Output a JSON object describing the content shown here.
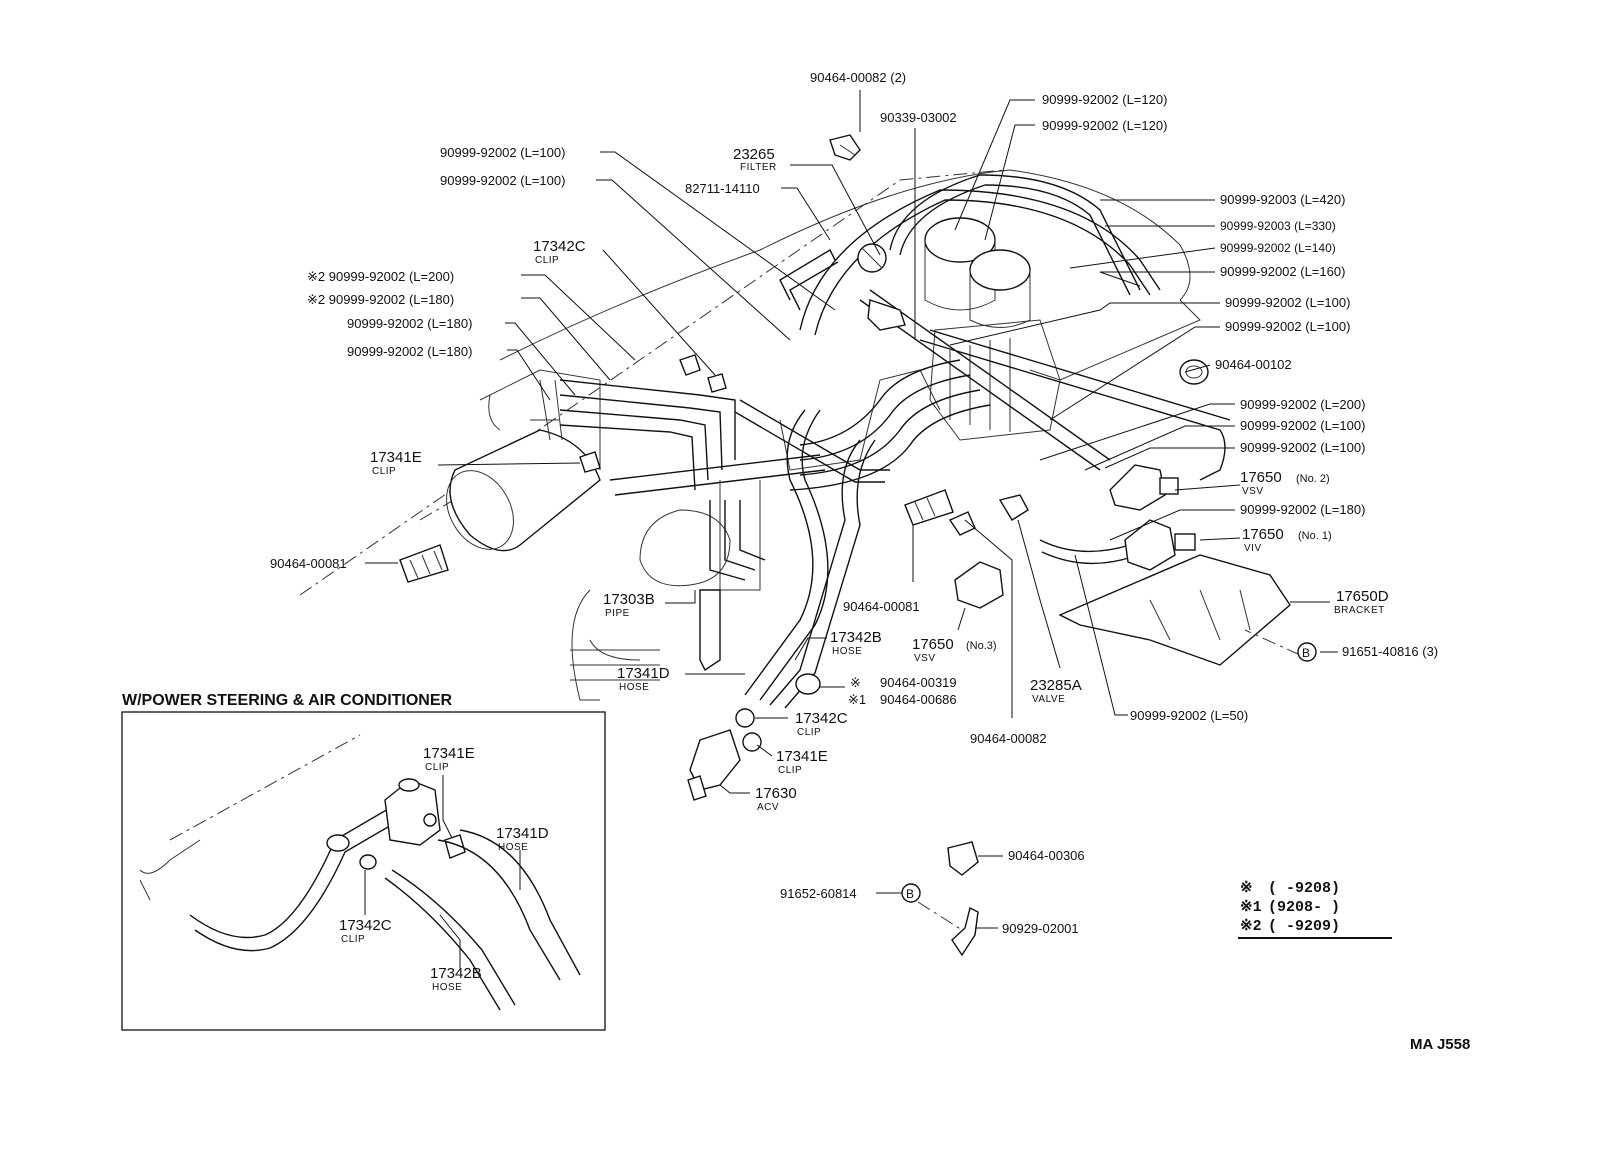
{
  "diagram": {
    "labels": {
      "p90464_00082_top": "90464-00082 (2)",
      "p90999_120_a": "90999-92002 (L=120)",
      "p90339": "90339-03002",
      "p90999_120_b": "90999-92002 (L=120)",
      "p90999_100_a": "90999-92002  (L=100)",
      "p90999_100_b": "90999-92002 (L=100)",
      "p23265": "23265",
      "p23265_sub": "FILTER",
      "p82711": "82711-14110",
      "p90999_420": "90999-92003 (L=420)",
      "p90999_330": "90999-92003 (L=330)",
      "p90999_140": "90999-92002 (L=140)",
      "p90999_160": "90999-92002 (L=160)",
      "p17342c_top": "17342C",
      "p17342c_top_sub": "CLIP",
      "p90999_200_star2": "※2 90999-92002 (L=200)",
      "p90999_180_star2": "※2 90999-92002 (L=180)",
      "p90999_180_a": "90999-92002 (L=180)",
      "p90999_180_b": "90999-92002 (L=180)",
      "p90999_100_r1": "90999-92002 (L=100)",
      "p90999_100_r2": "90999-92002 (L=100)",
      "p90464_00102": "90464-00102",
      "p90999_200_r": "90999-92002 (L=200)",
      "p90999_100_r3": "90999-92002 (L=100)",
      "p90999_100_r4": "90999-92002 (L=100)",
      "p17341e_top": "17341E",
      "p17341e_top_sub": "CLIP",
      "p17650_no2": "17650",
      "p17650_no2_tag": "(No. 2)",
      "p17650_no2_sub": "VSV",
      "p90999_180_r": "90999-92002 (L=180)",
      "p17650_no1": "17650",
      "p17650_no1_tag": "(No. 1)",
      "p17650_no1_sub": "VIV",
      "p90464_00081_l": "90464-00081",
      "p17650d": "17650D",
      "p17650d_sub": "BRACKET",
      "p17303b": "17303B",
      "p17303b_sub": "PIPE",
      "p90464_00081_m": "90464-00081",
      "p91651": "91651-40816 (3)",
      "p17342b": "17342B",
      "p17342b_sub": "HOSE",
      "p17650_no3": "17650",
      "p17650_no3_tag": "(No.3)",
      "p17650_no3_sub": "VSV",
      "p17341d": "17341D",
      "p17341d_sub": "HOSE",
      "p90464_00319_mark": "※",
      "p90464_00319": "90464-00319",
      "p90464_00686_mark": "※1",
      "p90464_00686": "90464-00686",
      "p23285a": "23285A",
      "p23285a_sub": "VALVE",
      "p90999_50": "90999-92002 (L=50)",
      "p17342c_mid": "17342C",
      "p17342c_mid_sub": "CLIP",
      "p17341e_mid": "17341E",
      "p17341e_mid_sub": "CLIP",
      "p90464_00082_b": "90464-00082",
      "p17630": "17630",
      "p17630_sub": "ACV",
      "p90464_00306": "90464-00306",
      "p91652": "91652-60814",
      "p90929": "90929-02001",
      "b_marker": "B"
    },
    "inset": {
      "title": "W/POWER STEERING & AIR CONDITIONER",
      "p17341e": "17341E",
      "p17341e_sub": "CLIP",
      "p17341d": "17341D",
      "p17341d_sub": "HOSE",
      "p17342c": "17342C",
      "p17342c_sub": "CLIP",
      "p17342b": "17342B",
      "p17342b_sub": "HOSE"
    },
    "legend": [
      {
        "mark": "※",
        "range": "(        -9208)"
      },
      {
        "mark": "※1",
        "range": "(9208-        )"
      },
      {
        "mark": "※2",
        "range": "(        -9209)"
      }
    ],
    "code": "MA  J558"
  }
}
